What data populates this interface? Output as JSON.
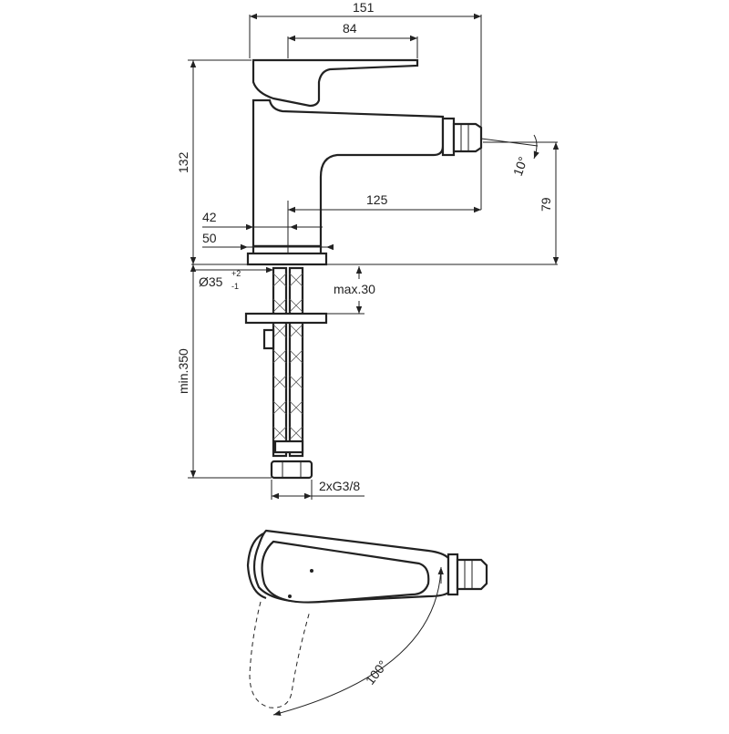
{
  "dimensions": {
    "overall_length": "151",
    "lever_length": "84",
    "height": "132",
    "spout_reach": "125",
    "dim_42": "42",
    "dim_50": "50",
    "outlet_height": "79",
    "tilt_angle": "10°",
    "hole_diameter": "Ø35",
    "hole_tol_plus": "+2",
    "hole_tol_minus": "-1",
    "deck_thickness": "max.30",
    "hose_length": "min.350",
    "hose_thread": "2xG3/8",
    "lever_rotation": "100°"
  },
  "colors": {
    "line": "#222222",
    "background": "#ffffff"
  }
}
